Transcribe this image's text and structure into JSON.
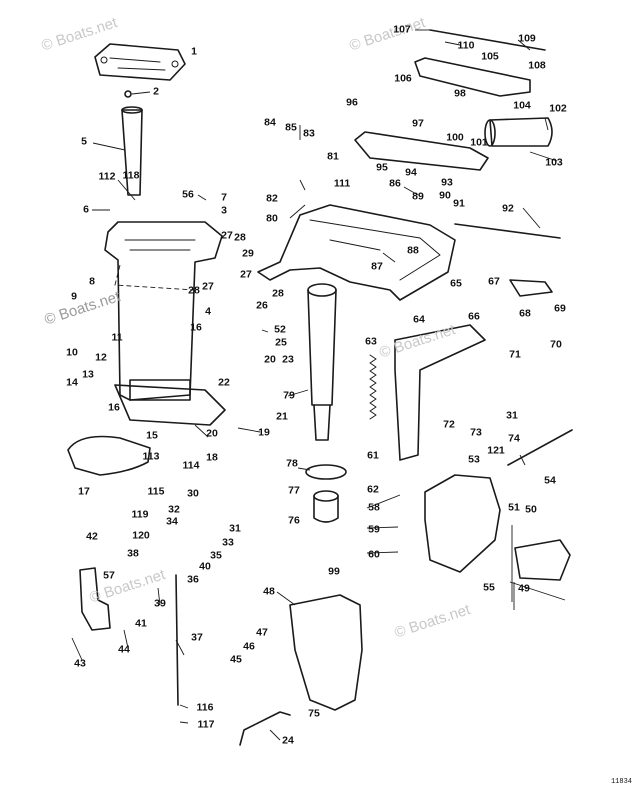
{
  "diagram": {
    "reference_code": "11834",
    "watermark": "© Boats.net",
    "callouts": [
      "1",
      "2",
      "3",
      "4",
      "5",
      "6",
      "7",
      "8",
      "9",
      "10",
      "11",
      "12",
      "13",
      "14",
      "15",
      "16",
      "17",
      "18",
      "19",
      "20",
      "21",
      "22",
      "23",
      "24",
      "25",
      "26",
      "27",
      "28",
      "29",
      "30",
      "31",
      "32",
      "33",
      "34",
      "35",
      "36",
      "37",
      "38",
      "39",
      "40",
      "41",
      "42",
      "43",
      "44",
      "45",
      "46",
      "47",
      "48",
      "49",
      "50",
      "51",
      "52",
      "53",
      "54",
      "55",
      "56",
      "57",
      "58",
      "59",
      "60",
      "61",
      "62",
      "63",
      "64",
      "65",
      "66",
      "67",
      "68",
      "69",
      "70",
      "71",
      "72",
      "73",
      "74",
      "75",
      "76",
      "77",
      "78",
      "79",
      "80",
      "81",
      "82",
      "83",
      "84",
      "85",
      "86",
      "87",
      "88",
      "89",
      "90",
      "91",
      "92",
      "93",
      "94",
      "95",
      "96",
      "97",
      "98",
      "99",
      "100",
      "101",
      "102",
      "103",
      "104",
      "105",
      "106",
      "107",
      "108",
      "109",
      "110",
      "111",
      "112",
      "113",
      "114",
      "115",
      "116",
      "117",
      "118",
      "119",
      "120",
      "121"
    ]
  }
}
